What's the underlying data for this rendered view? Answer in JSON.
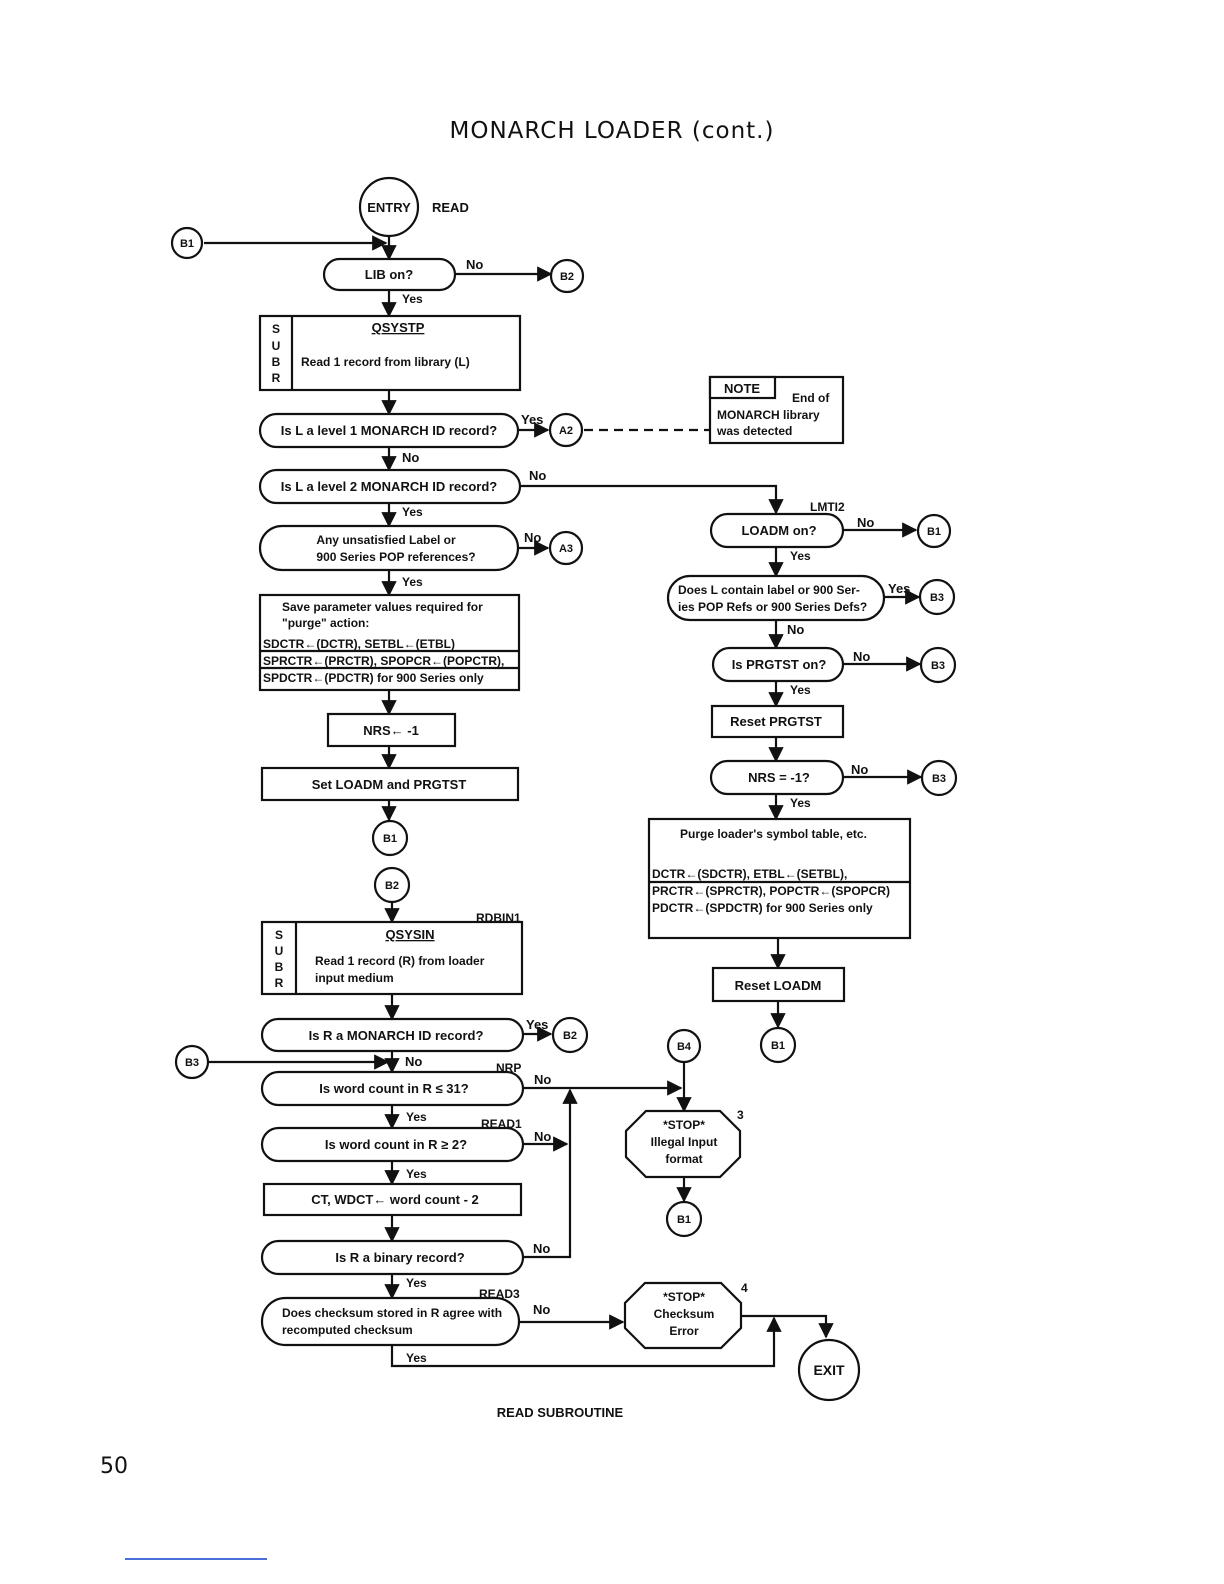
{
  "page": {
    "title": "MONARCH LOADER (cont.)",
    "number": "50",
    "caption": "READ SUBROUTINE"
  },
  "left": {
    "entry": "ENTRY",
    "entry_label": "READ",
    "b1_in": "B1",
    "lib_on": "LIB on?",
    "lib_no": "No",
    "lib_b2": "B2",
    "lib_yes": "Yes",
    "sub_letters": [
      "S",
      "U",
      "B",
      "R"
    ],
    "qsystp_title": "QSYSTP",
    "qsystp_text": "Read 1 record from library (L)",
    "level1": "Is L a level 1 MONARCH ID record?",
    "level1_yes": "Yes",
    "level1_a2": "A2",
    "level1_no": "No",
    "level2": "Is L a level 2 MONARCH ID record?",
    "level2_no": "No",
    "level2_yes": "Yes",
    "unsat_line1": "Any unsatisfied Label or",
    "unsat_line2": "900 Series POP references?",
    "unsat_no": "No",
    "unsat_a3": "A3",
    "unsat_yes": "Yes",
    "save_line1": "Save parameter values required for",
    "save_line2": "\"purge\" action:",
    "save_line3": "SDCTR←(DCTR), SETBL←(ETBL)",
    "save_line4": "SPRCTR←(PRCTR), SPOPCR←(POPCTR),",
    "save_line5": "SPDCTR←(PDCTR) for 900 Series only",
    "nrs": "NRS← -1",
    "set_loadm": "Set LOADM and PRGTST",
    "b1_out": "B1"
  },
  "note": {
    "label": "NOTE",
    "line1": "End of",
    "line2": "MONARCH library",
    "line3": "was detected"
  },
  "right": {
    "lmti2": "LMTI2",
    "loadm_on": "LOADM on?",
    "loadm_no": "No",
    "loadm_b1": "B1",
    "loadm_yes": "Yes",
    "contain_line1": "Does L contain label or 900 Ser-",
    "contain_line2": "ies POP Refs or 900 Series Defs?",
    "contain_yes": "Yes",
    "contain_b3": "B3",
    "contain_no": "No",
    "prgtst_on": "Is PRGTST on?",
    "prgtst_no": "No",
    "prgtst_b3": "B3",
    "prgtst_yes": "Yes",
    "reset_prgtst": "Reset PRGTST",
    "nrs_q": "NRS = -1?",
    "nrs_no": "No",
    "nrs_b3": "B3",
    "nrs_yes": "Yes",
    "purge_line1": "Purge loader's symbol table, etc.",
    "purge_line2": "DCTR←(SDCTR), ETBL←(SETBL),",
    "purge_line3": "PRCTR←(SPRCTR), POPCTR←(SPOPCR)",
    "purge_line4": "PDCTR←(SPDCTR) for 900 Series only",
    "reset_loadm": "Reset LOADM",
    "b1_out": "B1"
  },
  "lower": {
    "b2_in": "B2",
    "rdbin1": "RDBIN1",
    "sub_letters": [
      "S",
      "U",
      "B",
      "R"
    ],
    "qsysin_title": "QSYSIN",
    "qsysin_line1": "Read 1 record (R) from loader",
    "qsysin_line2": "input medium",
    "monarch_id": "Is R a MONARCH ID record?",
    "monarch_yes": "Yes",
    "monarch_b2": "B2",
    "b3_in": "B3",
    "monarch_no": "No",
    "nrp": "NRP",
    "wc31": "Is word count in R ≤ 31?",
    "wc31_no": "No",
    "wc31_yes": "Yes",
    "read1": "READ1",
    "wc2": "Is word count in R ≥ 2?",
    "wc2_no": "No",
    "wc2_yes": "Yes",
    "ct": "CT, WDCT← word count - 2",
    "binary": "Is R a binary record?",
    "binary_no": "No",
    "binary_yes": "Yes",
    "read3": "READ3",
    "checksum_line1": "Does checksum stored in R agree with",
    "checksum_line2": "recomputed checksum",
    "checksum_no": "No",
    "checksum_yes": "Yes",
    "b4": "B4",
    "stop3_num": "3",
    "stop3_line1": "*STOP*",
    "stop3_line2": "Illegal Input",
    "stop3_line3": "format",
    "stop3_b1": "B1",
    "stop4_num": "4",
    "stop4_line1": "*STOP*",
    "stop4_line2": "Checksum",
    "stop4_line3": "Error",
    "exit": "EXIT"
  }
}
